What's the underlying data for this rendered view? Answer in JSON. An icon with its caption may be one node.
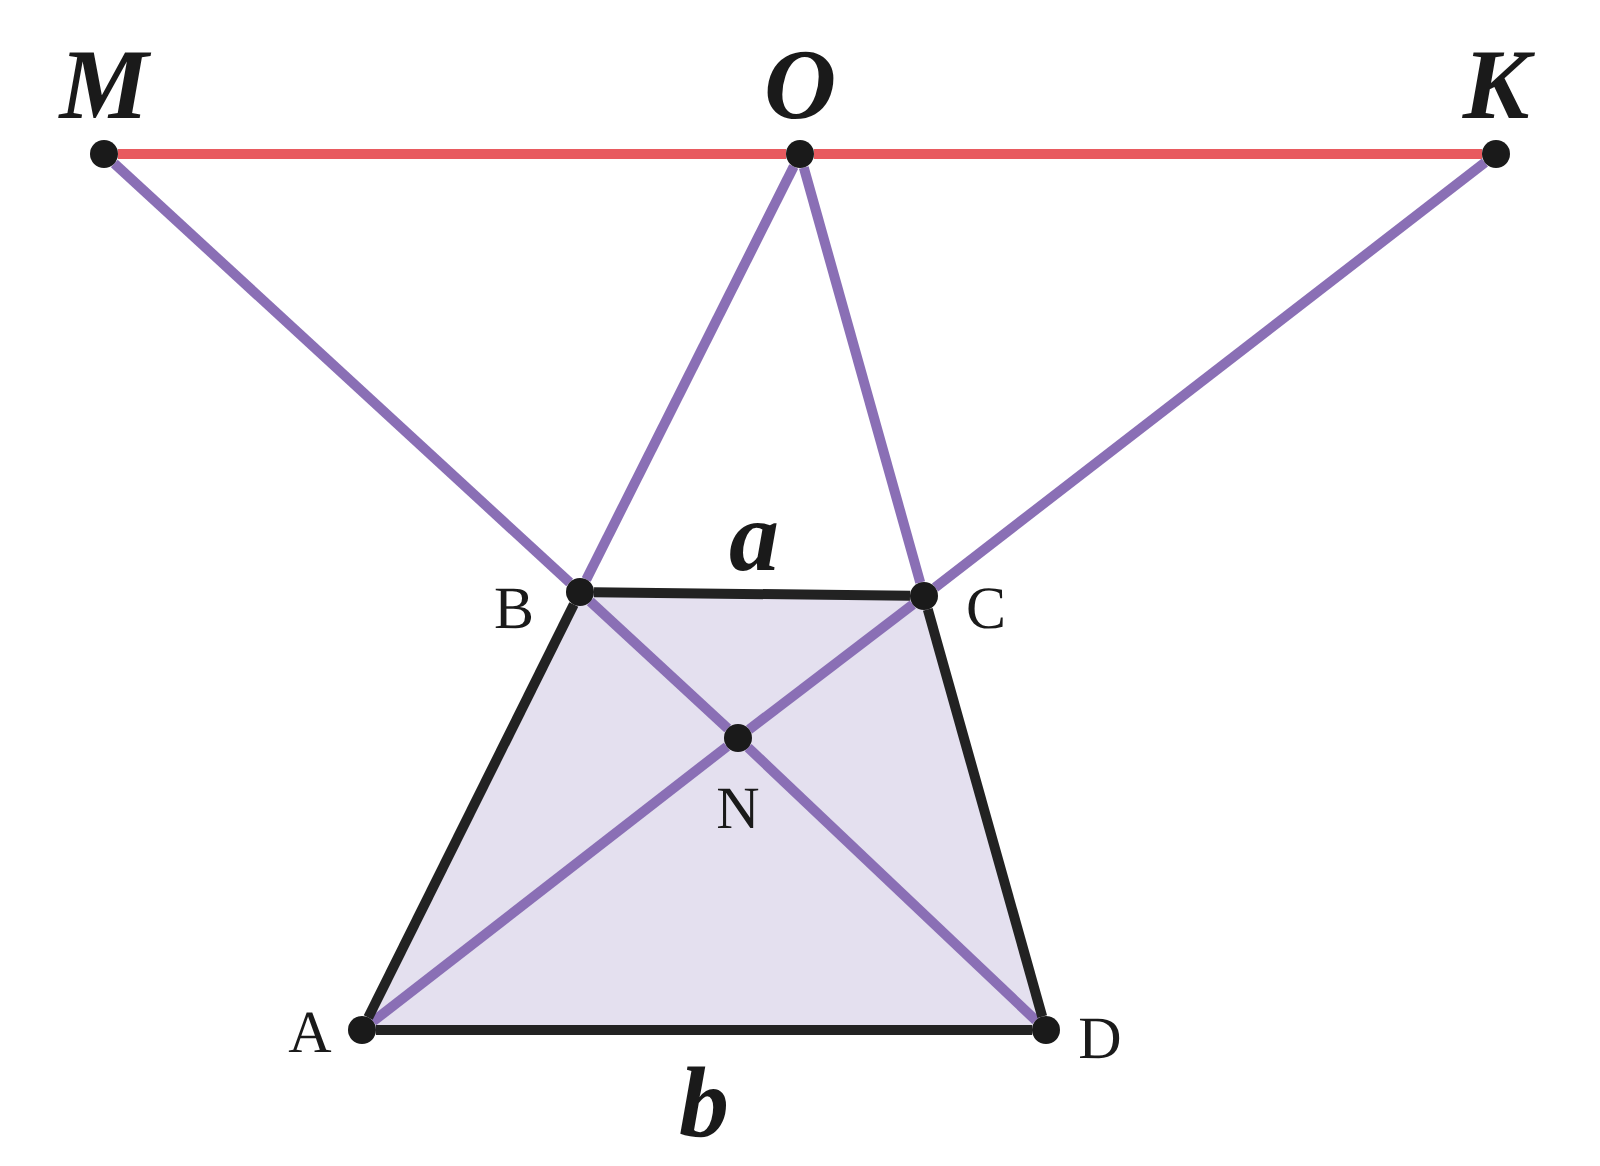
{
  "diagram": {
    "nodes": [
      {
        "text": [
          "M"
        ]
      },
      {
        "text": [
          "O"
        ]
      },
      {
        "text": [
          "K"
        ]
      },
      {
        "text": [
          "B"
        ]
      },
      {
        "text": [
          "C"
        ]
      },
      {
        "text": [
          "N"
        ]
      },
      {
        "text": [
          "A"
        ]
      },
      {
        "text": [
          "D"
        ]
      }
    ],
    "edges": [
      {
        "from": 0,
        "to": 1,
        "arrow": "none",
        "color": "#e85a5f"
      },
      {
        "from": 1,
        "to": 2,
        "arrow": "none",
        "color": "#e85a5f"
      },
      {
        "from": 0,
        "to": 3,
        "arrow": "none"
      },
      {
        "from": 3,
        "to": 5,
        "arrow": "none"
      },
      {
        "from": 5,
        "to": 7,
        "arrow": "none"
      },
      {
        "from": 2,
        "to": 4,
        "arrow": "none"
      },
      {
        "from": 4,
        "to": 5,
        "arrow": "none"
      },
      {
        "from": 5,
        "to": 6,
        "arrow": "none"
      },
      {
        "from": 1,
        "to": 3,
        "arrow": "none"
      },
      {
        "from": 1,
        "to": 4,
        "arrow": "none"
      },
      {
        "from": 6,
        "to": 3,
        "arrow": "none",
        "color": "#222222"
      },
      {
        "from": 3,
        "to": 4,
        "arrow": "none",
        "color": "#222222"
      },
      {
        "from": 4,
        "to": 7,
        "arrow": "none",
        "color": "#222222"
      },
      {
        "from": 6,
        "to": 7,
        "arrow": "none",
        "color": "#222222"
      }
    ],
    "labels": [
      "a",
      "b"
    ]
  }
}
